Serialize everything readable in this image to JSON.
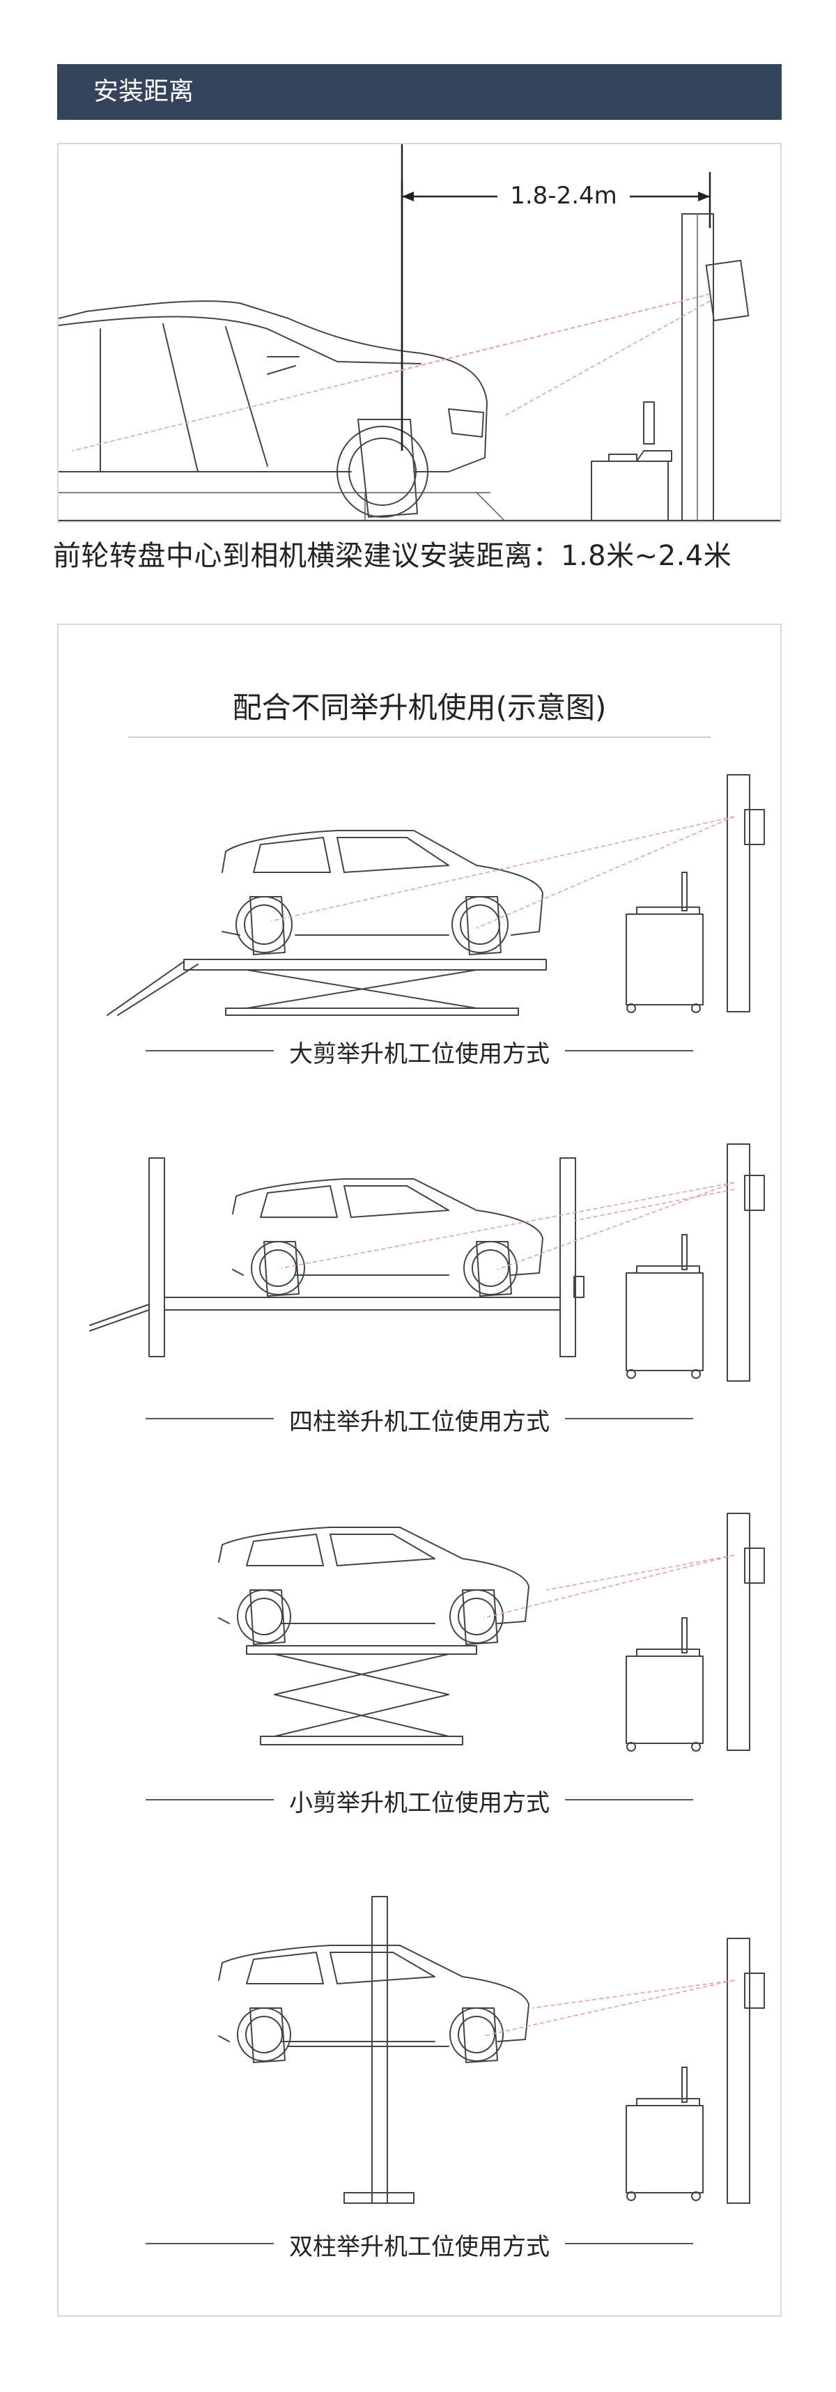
{
  "header": {
    "title": "安装距离"
  },
  "install_diagram": {
    "dimension_label": "1.8-2.4m"
  },
  "caption": "前轮转盘中心到相机横梁建议安装距离：1.8米~2.4米",
  "lifts_section": {
    "title": "配合不同举升机使用(示意图)",
    "scenes": [
      {
        "caption": "大剪举升机工位使用方式"
      },
      {
        "caption": "四柱举升机工位使用方式"
      },
      {
        "caption": "小剪举升机工位使用方式"
      },
      {
        "caption": "双柱举升机工位使用方式"
      }
    ]
  },
  "colors": {
    "header_bg": "#34445a",
    "laser": "#e8a0a0",
    "line": "#444444"
  },
  "icons": [
    "car-outline",
    "camera-beam-tower",
    "cabinet-console",
    "scissor-lift",
    "four-post-lift",
    "two-post-lift"
  ]
}
